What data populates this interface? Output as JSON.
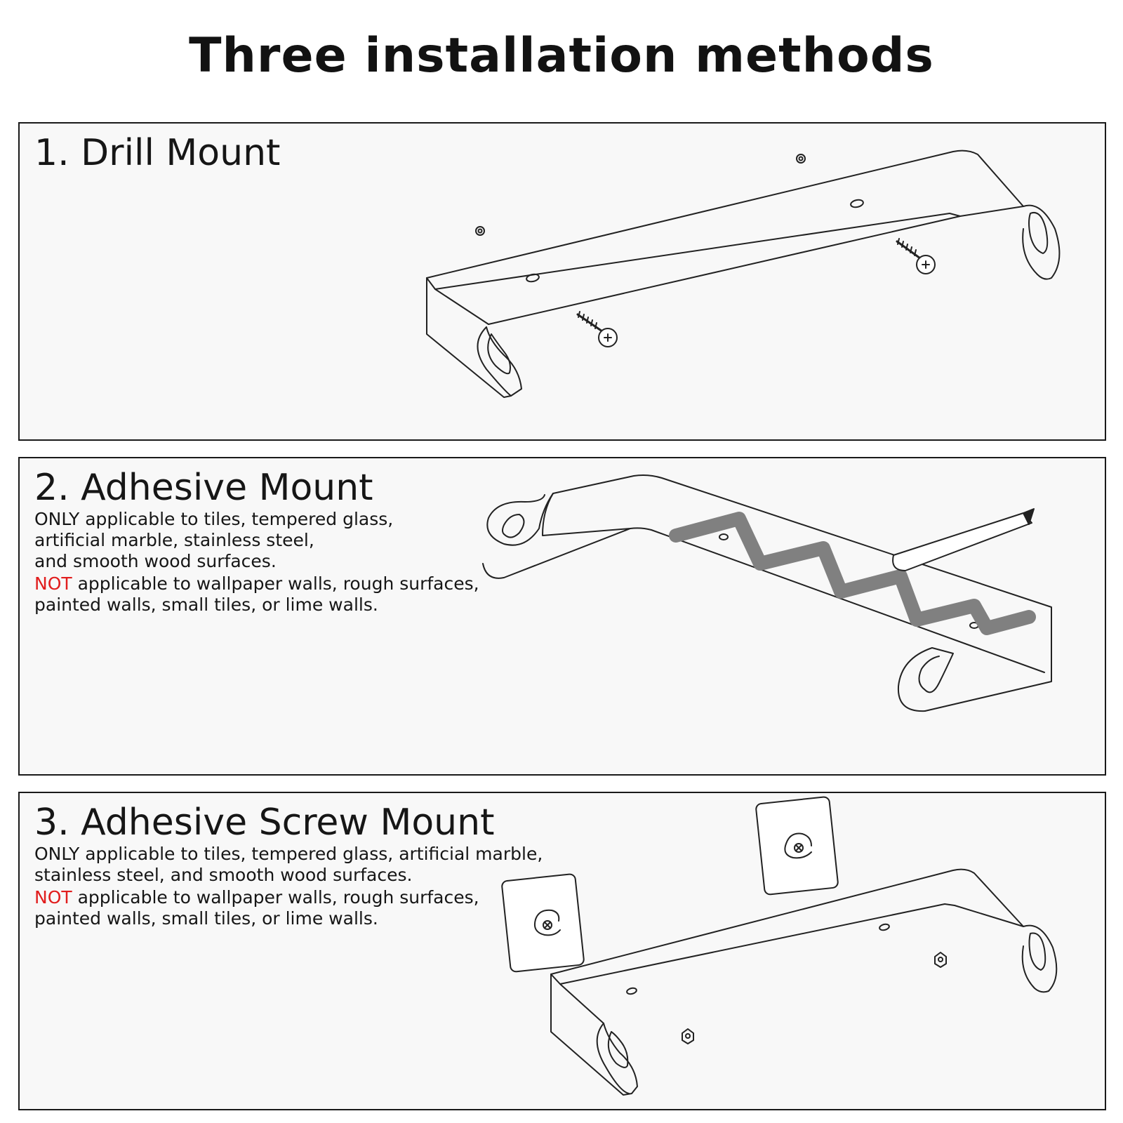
{
  "title": "Three installation methods",
  "colors": {
    "accent_not": "#e11d1d",
    "panel_bg": "#f8f8f8",
    "tape": "#808080"
  },
  "methods": [
    {
      "heading": "1. Drill Mount",
      "only_lines": [],
      "not_word": "",
      "not_rest": [],
      "illustration": "bracket-with-screws"
    },
    {
      "heading": "2. Adhesive Mount",
      "only_lines": [
        "ONLY applicable to tiles, tempered glass,",
        "artificial marble, stainless steel,",
        "and smooth wood surfaces."
      ],
      "not_word": "NOT",
      "not_rest": [
        " applicable to wallpaper walls, rough surfaces,",
        "painted walls, small tiles, or lime walls."
      ],
      "illustration": "bracket-with-adhesive-tape"
    },
    {
      "heading": "3. Adhesive Screw Mount",
      "only_lines": [
        "ONLY applicable to tiles, tempered glass, artificial marble,",
        "stainless steel, and smooth wood surfaces."
      ],
      "not_word": "NOT",
      "not_rest": [
        " applicable to wallpaper walls, rough surfaces,",
        "painted walls, small tiles, or lime walls."
      ],
      "illustration": "bracket-with-adhesive-screw-pads"
    }
  ]
}
